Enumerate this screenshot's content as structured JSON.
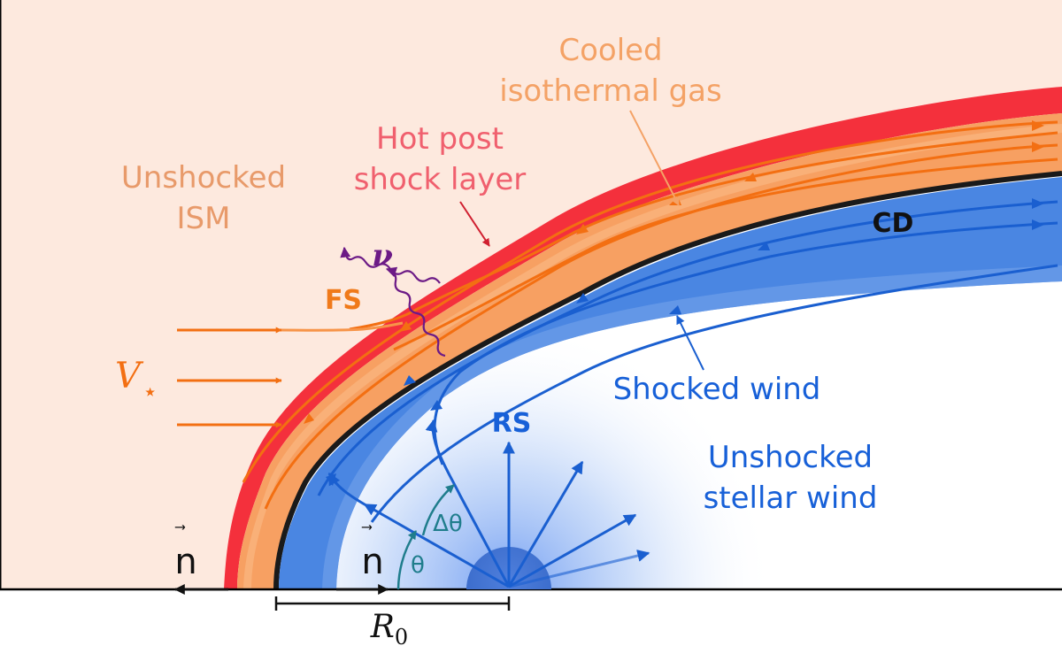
{
  "labels": {
    "cooled_line1": "Cooled",
    "cooled_line2": "isothermal gas",
    "hot_line1": "Hot post",
    "hot_line2": "shock layer",
    "unshocked_ism_line1": "Unshocked",
    "unshocked_ism_line2": "ISM",
    "fs": "FS",
    "cd": "CD",
    "rs": "RS",
    "nu": "ν",
    "v_star_main": "V",
    "v_star_sub": "⋆",
    "shocked_wind": "Shocked wind",
    "unshocked_wind_line1": "Unshocked",
    "unshocked_wind_line2": "stellar wind",
    "n_vec_left": "n",
    "n_vec_right": "n",
    "vec_arrow": "⃗",
    "theta": "θ",
    "delta_theta": "Δθ",
    "r0_main": "R",
    "r0_sub": "0"
  },
  "colors": {
    "background": "#fde9de",
    "cooled_label": "#f4a266",
    "hot_label": "#f0606e",
    "ism_label": "#e89a6a",
    "fs_label": "#f07a1a",
    "orange_layer": "#f7a062",
    "orange_arrow": "#f36f12",
    "red_shock": "#f4303c",
    "blue_layer": "#4a86e2",
    "blue_arrow": "#1a5fd0",
    "blue_label": "#1760d8",
    "contact": "#1a1a1a",
    "purple": "#6c1a86",
    "teal": "#1f7d8c"
  }
}
